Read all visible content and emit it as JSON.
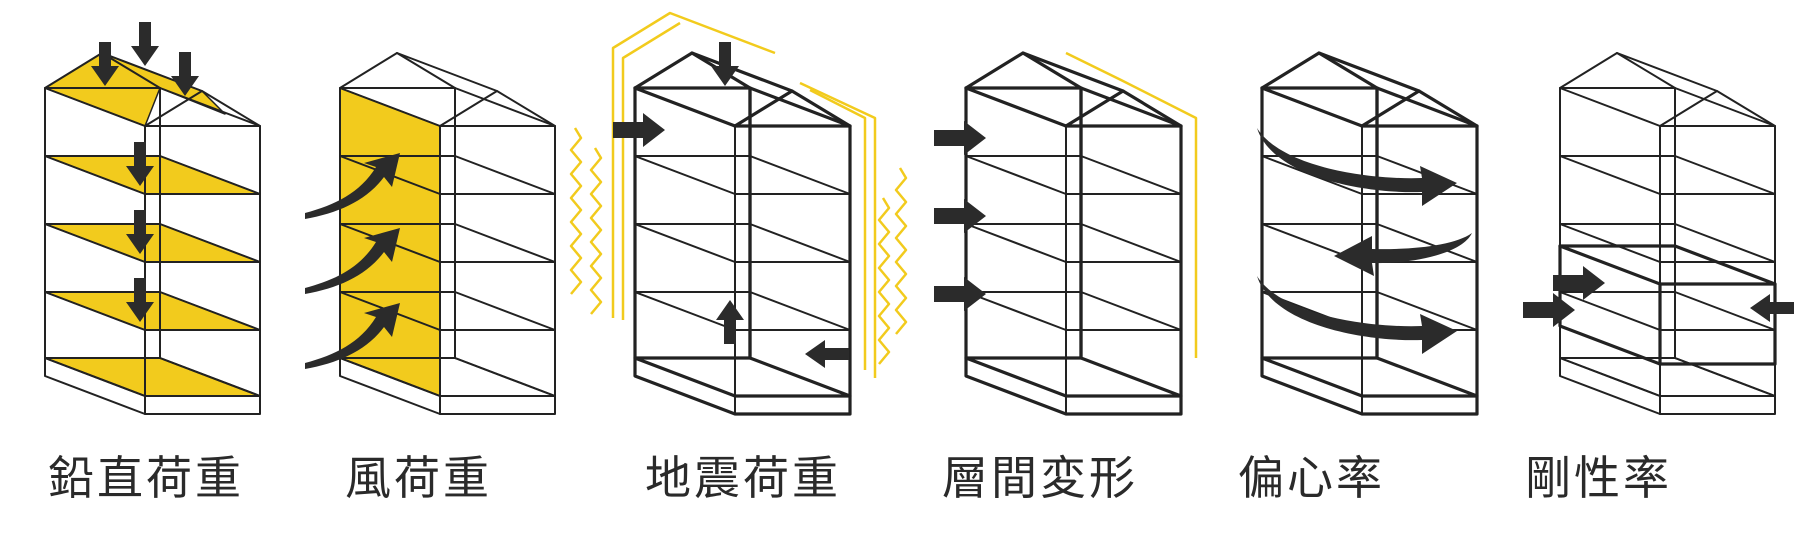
{
  "colors": {
    "accent": "#F2CB1D",
    "line": "#222222",
    "arrow": "#2B2B2B",
    "text": "#2A2A2A",
    "background": "#FFFFFF"
  },
  "panels": [
    {
      "id": "vertical-load",
      "label": "鉛直荷重"
    },
    {
      "id": "wind-load",
      "label": "風荷重"
    },
    {
      "id": "seismic-load",
      "label": "地震荷重"
    },
    {
      "id": "story-drift",
      "label": "層間変形"
    },
    {
      "id": "eccentricity",
      "label": "偏心率"
    },
    {
      "id": "stiffness-ratio",
      "label": "剛性率"
    }
  ]
}
